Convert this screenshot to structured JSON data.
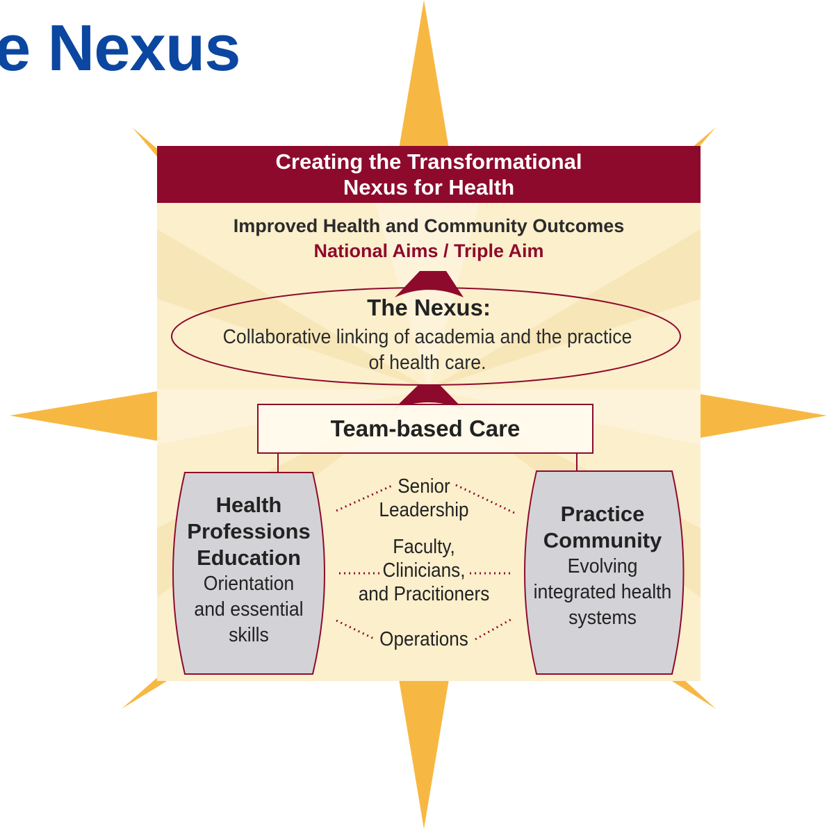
{
  "slide": {
    "title": "e Nexus"
  },
  "diagram": {
    "banner": {
      "line1": "Creating the Transformational",
      "line2": "Nexus for Health"
    },
    "outcomes": {
      "line1": "Improved Health and Community Outcomes",
      "line2": "National Aims / Triple Aim"
    },
    "nexus": {
      "heading": "The Nexus:",
      "line1": "Collaborative linking of academia and the practice",
      "line2": "of health care."
    },
    "team": {
      "label": "Team-based Care"
    },
    "left_pillar": {
      "title_lines": [
        "Health",
        "Professions",
        "Education"
      ],
      "desc_lines": [
        "Orientation",
        "and essential",
        "skills"
      ]
    },
    "right_pillar": {
      "title_lines": [
        "Practice",
        "Community"
      ],
      "desc_lines": [
        "Evolving",
        "integrated health",
        "systems"
      ]
    },
    "links": {
      "top_lines": [
        "Senior",
        "Leadership"
      ],
      "middle_lines": [
        "Faculty,",
        "Clinicians,",
        "and Pracitioners"
      ],
      "bottom": "Operations"
    },
    "colors": {
      "title_blue": "#0b46a0",
      "maroon": "#8e0a2c",
      "star_gold": "#f7b843",
      "panel_cream": "#fbefcc",
      "pillar_gray": "#d3d3d7"
    }
  }
}
